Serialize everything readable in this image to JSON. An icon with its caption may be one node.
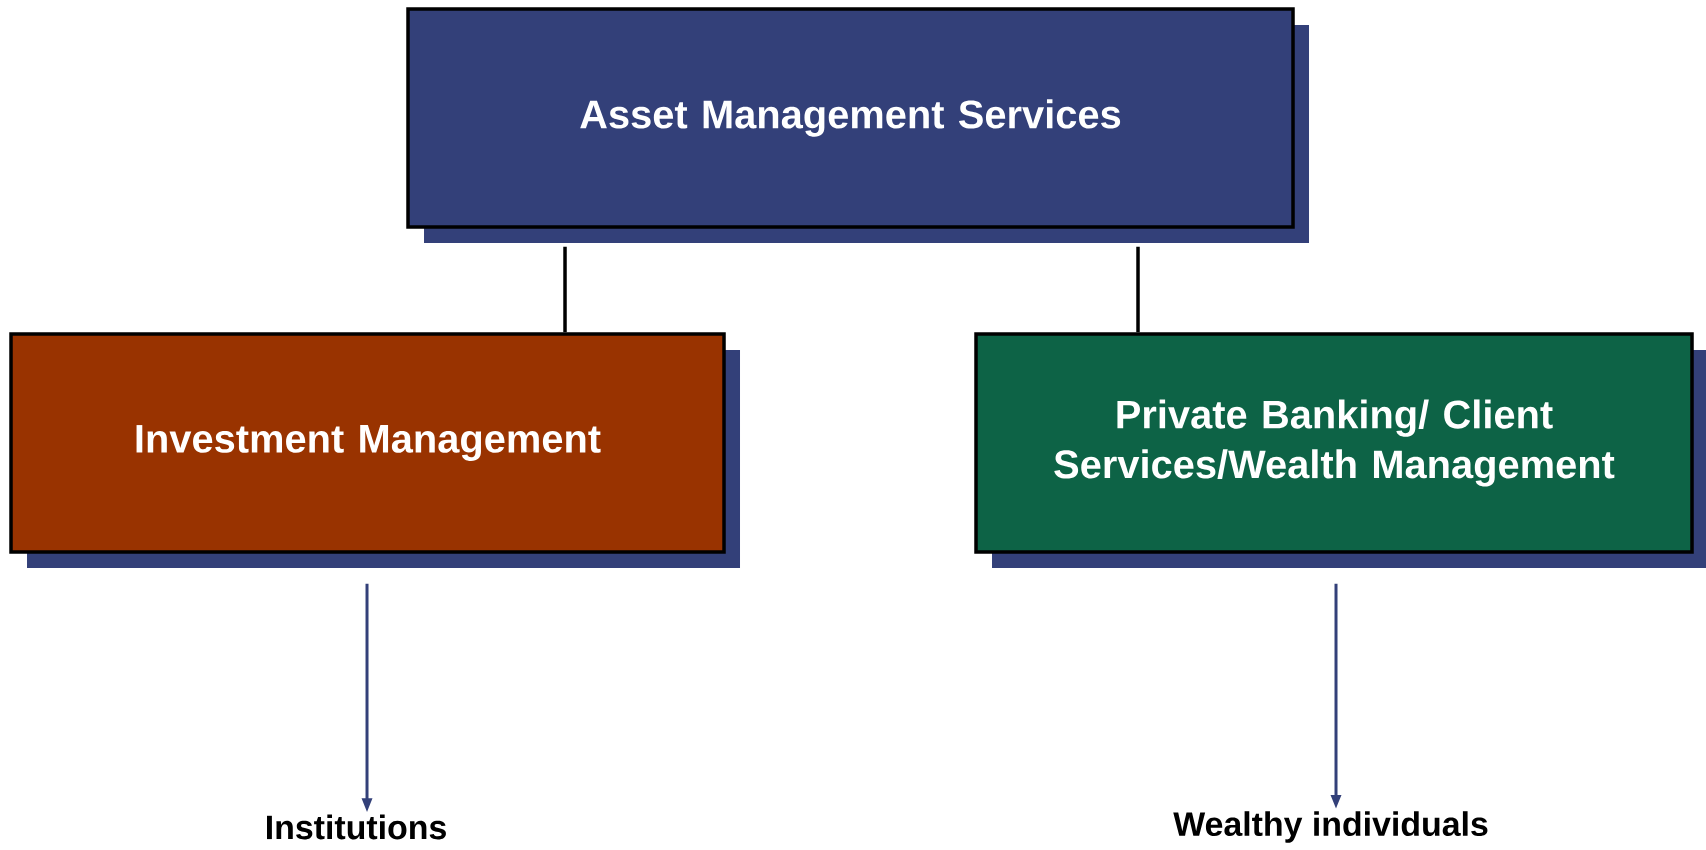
{
  "diagram": {
    "nodes": [
      {
        "text": [
          "Asset Management Services"
        ]
      },
      {
        "text": [
          "Investment Management"
        ]
      },
      {
        "text": [
          "Private Banking/ Client Services/Wealth Management"
        ]
      },
      {
        "text": [
          "Institutions"
        ]
      },
      {
        "text": [
          "Wealthy individuals"
        ]
      }
    ],
    "edges": [
      {
        "from": 0,
        "to": 1,
        "arrow": "none"
      },
      {
        "from": 0,
        "to": 2,
        "arrow": "none"
      },
      {
        "from": 1,
        "to": 3,
        "arrow": "to",
        "color": "#334079"
      },
      {
        "from": 2,
        "to": 4,
        "arrow": "to",
        "color": "#334079"
      }
    ]
  }
}
